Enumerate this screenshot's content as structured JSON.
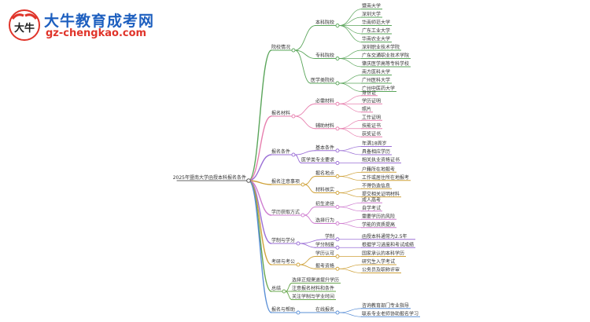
{
  "site": {
    "name": "大牛教育成考网",
    "url": "gz-chengkao.com",
    "logo_text": "大牛"
  },
  "mindmap": {
    "root": "2025年暨南大学函授本科报名条件",
    "branches": [
      {
        "label": "院校情况",
        "color": "#5aa55a",
        "children": [
          {
            "label": "本科院校",
            "children": [
              "暨南大学",
              "深圳大学",
              "华南师范大学",
              "广东工业大学",
              "华南农业大学"
            ]
          },
          {
            "label": "专科院校",
            "children": [
              "深圳职业技术学院",
              "广东交通职业技术学院",
              "肇庆医学高等专科学校"
            ]
          },
          {
            "label": "医学类院校",
            "children": [
              "南方医科大学",
              "广州医科大学",
              "广州中医药大学"
            ]
          }
        ]
      },
      {
        "label": "报名材料",
        "color": "#e77fae",
        "children": [
          {
            "label": "必需材料",
            "children": [
              "身份证",
              "学历证明",
              "照片"
            ]
          },
          {
            "label": "辅助材料",
            "children": [
              "工作证明",
              "技能证书",
              "获奖证书"
            ]
          }
        ]
      },
      {
        "label": "报名条件",
        "color": "#9b6fd6",
        "children": [
          {
            "label": "基本条件",
            "children": [
              "年满18周岁",
              "具备相应学历"
            ]
          },
          {
            "label": "医学类专业要求",
            "children": [
              "相关执业资格证书"
            ]
          }
        ]
      },
      {
        "label": "报名注意事项",
        "color": "#cfa23a",
        "children": [
          {
            "label": "报名地点",
            "children": [
              "户籍所在地报考",
              "工作或居住所在地报考"
            ]
          },
          {
            "label": "材料核实",
            "children": [
              "不得伪造信息",
              "提交相关证明材料"
            ]
          }
        ]
      },
      {
        "label": "学历获取方式",
        "color": "#cf7ed0",
        "children": [
          {
            "label": "招生途径",
            "children": [
              "成人高考",
              "自学考试"
            ]
          },
          {
            "label": "选择行为",
            "children": [
              "需要学历的风险",
              "学能的资质提高"
            ]
          }
        ]
      },
      {
        "label": "学制与学分",
        "color": "#9b6fd6",
        "children": [
          {
            "label": "学制",
            "children": [
              "函授本科通常为2.5年"
            ]
          },
          {
            "label": "学分制度",
            "children": [
              "根据学习进度和考试成绩"
            ]
          }
        ]
      },
      {
        "label": "考研与考公",
        "color": "#cfa23a",
        "children": [
          {
            "label": "学历认可",
            "children": [
              "国家承认的本科学历"
            ]
          },
          {
            "label": "报考资格",
            "children": [
              "研究生入学考试",
              "公务员及职称评审"
            ]
          }
        ]
      },
      {
        "label": "总结",
        "color": "#6aa84f",
        "children": [
          {
            "label": "选择正规渠道提升学历",
            "children": []
          },
          {
            "label": "注意报名材料和条件",
            "children": []
          },
          {
            "label": "关注学制与学业时间",
            "children": []
          }
        ]
      },
      {
        "label": "报名与帮助",
        "color": "#5a8fd6",
        "children": [
          {
            "label": "在线报名",
            "children": [
              "咨询教育部门专业指导",
              "联系专业老师协助报名学习"
            ]
          }
        ]
      }
    ]
  }
}
